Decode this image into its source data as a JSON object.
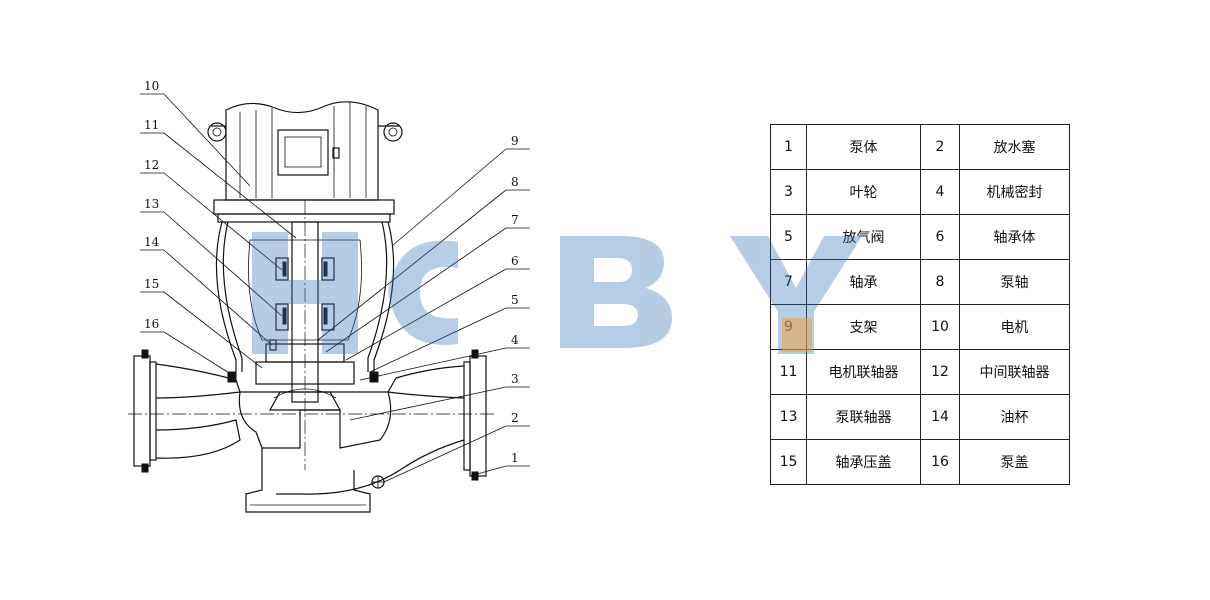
{
  "watermark": {
    "text": "HCBY",
    "color_blue": "#2f6fb5",
    "color_orange": "#f0a040"
  },
  "callouts": [
    "1",
    "2",
    "3",
    "4",
    "5",
    "6",
    "7",
    "8",
    "9",
    "10",
    "11",
    "12",
    "13",
    "14",
    "15",
    "16"
  ],
  "parts": [
    {
      "no": "1",
      "name": "泵体"
    },
    {
      "no": "2",
      "name": "放水塞"
    },
    {
      "no": "3",
      "name": "叶轮"
    },
    {
      "no": "4",
      "name": "机械密封"
    },
    {
      "no": "5",
      "name": "放气阀"
    },
    {
      "no": "6",
      "name": "轴承体"
    },
    {
      "no": "7",
      "name": "轴承"
    },
    {
      "no": "8",
      "name": "泵轴"
    },
    {
      "no": "9",
      "name": "支架"
    },
    {
      "no": "10",
      "name": "电机"
    },
    {
      "no": "11",
      "name": "电机联轴器"
    },
    {
      "no": "12",
      "name": "中间联轴器"
    },
    {
      "no": "13",
      "name": "泵联轴器"
    },
    {
      "no": "14",
      "name": "油杯"
    },
    {
      "no": "15",
      "name": "轴承压盖"
    },
    {
      "no": "16",
      "name": "泵盖"
    }
  ]
}
